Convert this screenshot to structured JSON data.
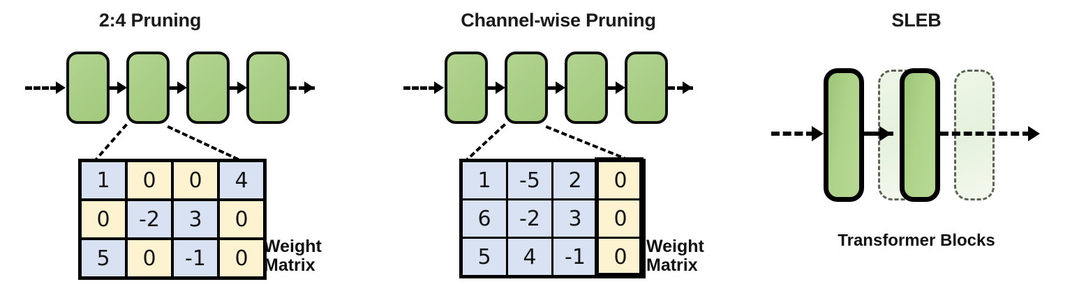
{
  "figure": {
    "background": "#ffffff",
    "accent_green": "#a8cd84",
    "cell_blue": "#d9e2f3",
    "cell_yellow": "#fdf3d0",
    "ghost_green": "#eaf3e2",
    "line_color": "#000000"
  },
  "panels": [
    {
      "id": "pruning-2-4",
      "title": "2:4 Pruning",
      "block_count": 4,
      "highlighted_block_index": 1,
      "matrix": {
        "label": "Weight\nMatrix",
        "rows": 3,
        "cols": 4,
        "values": [
          [
            "1",
            "0",
            "0",
            "4"
          ],
          [
            "0",
            "-2",
            "3",
            "0"
          ],
          [
            "5",
            "0",
            "-1",
            "0"
          ]
        ],
        "cell_colors": [
          [
            "blue",
            "yellow",
            "yellow",
            "blue"
          ],
          [
            "yellow",
            "blue",
            "blue",
            "yellow"
          ],
          [
            "blue",
            "yellow",
            "blue",
            "yellow"
          ]
        ],
        "highlighted_column": null
      }
    },
    {
      "id": "channel-wise-pruning",
      "title": "Channel-wise Pruning",
      "block_count": 4,
      "highlighted_block_index": 1,
      "matrix": {
        "label": "Weight\nMatrix",
        "rows": 3,
        "cols": 4,
        "values": [
          [
            "1",
            "-5",
            "2",
            "0"
          ],
          [
            "6",
            "-2",
            "3",
            "0"
          ],
          [
            "5",
            "4",
            "-1",
            "0"
          ]
        ],
        "cell_colors": [
          [
            "blue",
            "blue",
            "blue",
            "yellow"
          ],
          [
            "blue",
            "blue",
            "blue",
            "yellow"
          ],
          [
            "blue",
            "blue",
            "blue",
            "yellow"
          ]
        ],
        "highlighted_column": 3
      }
    },
    {
      "id": "sleb",
      "title": "SLEB",
      "caption": "Transformer Blocks",
      "blocks": [
        {
          "state": "kept"
        },
        {
          "state": "removed"
        },
        {
          "state": "kept"
        },
        {
          "state": "removed"
        }
      ]
    }
  ]
}
